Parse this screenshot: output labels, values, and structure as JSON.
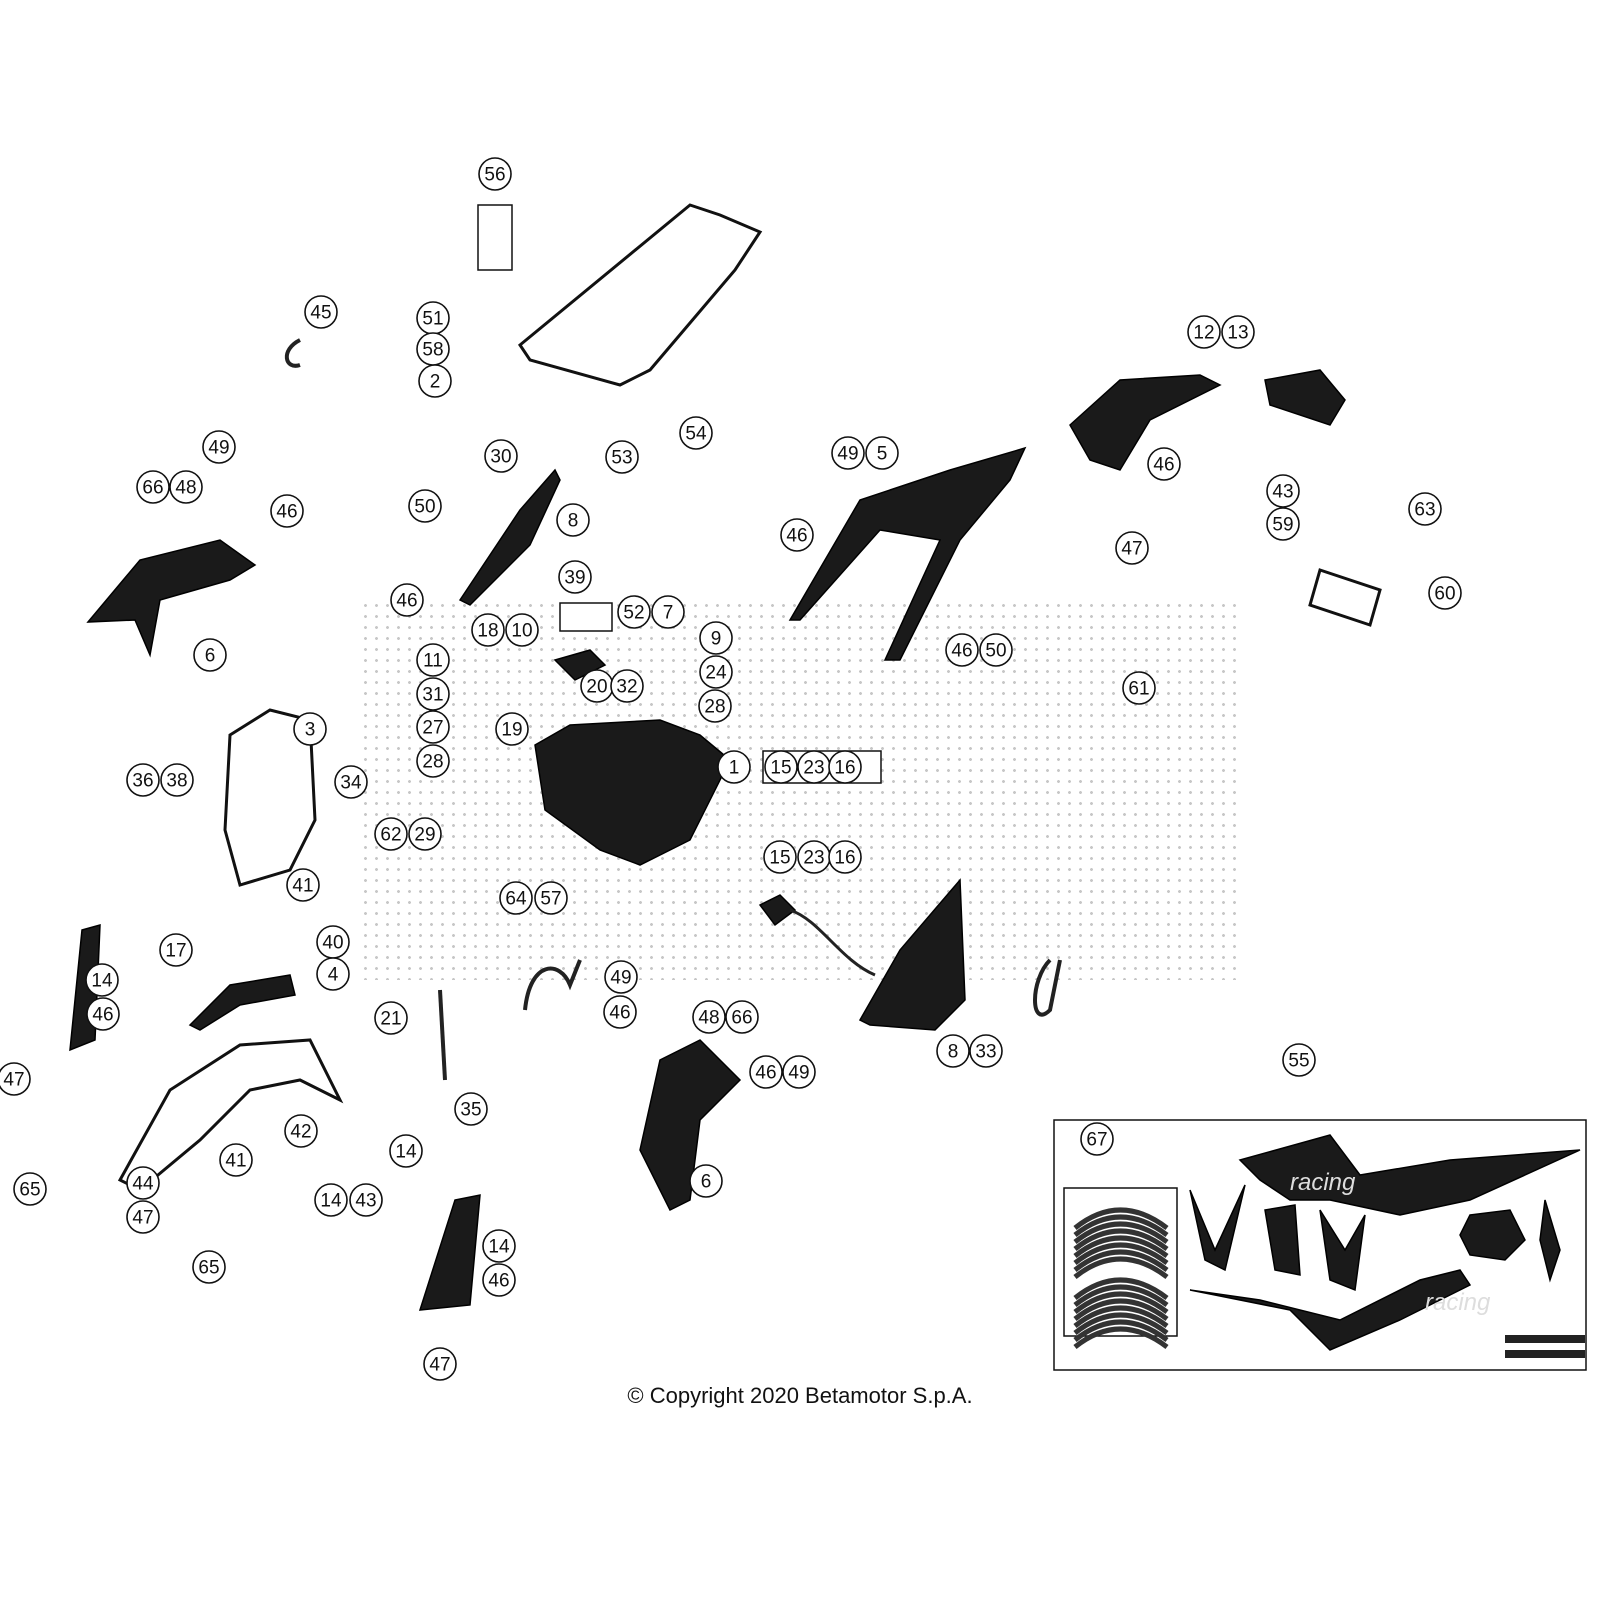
{
  "title": "Bodywork exploded parts diagram",
  "callouts": [
    "56",
    "45",
    "51",
    "58",
    "2",
    "53",
    "54",
    "12",
    "13",
    "49",
    "66",
    "48",
    "46",
    "6",
    "30",
    "8",
    "50",
    "46",
    "49",
    "5",
    "46",
    "46",
    "43",
    "47",
    "59",
    "63",
    "60",
    "61",
    "46",
    "50",
    "39",
    "52",
    "7",
    "18",
    "10",
    "9",
    "11",
    "24",
    "20",
    "32",
    "31",
    "28",
    "27",
    "19",
    "28",
    "3",
    "36",
    "38",
    "34",
    "1",
    "15",
    "23",
    "16",
    "62",
    "29",
    "15",
    "23",
    "16",
    "41",
    "40",
    "17",
    "4",
    "14",
    "46",
    "47",
    "64",
    "57",
    "21",
    "35",
    "49",
    "46",
    "48",
    "66",
    "46",
    "49",
    "6",
    "8",
    "33",
    "42",
    "41",
    "44",
    "47",
    "65",
    "65",
    "14",
    "14",
    "43",
    "14",
    "46",
    "47",
    "55",
    "67"
  ],
  "decal_kit_text": [
    "racing",
    "racing"
  ],
  "copyright": "© Copyright 2020 Betamotor S.p.A."
}
